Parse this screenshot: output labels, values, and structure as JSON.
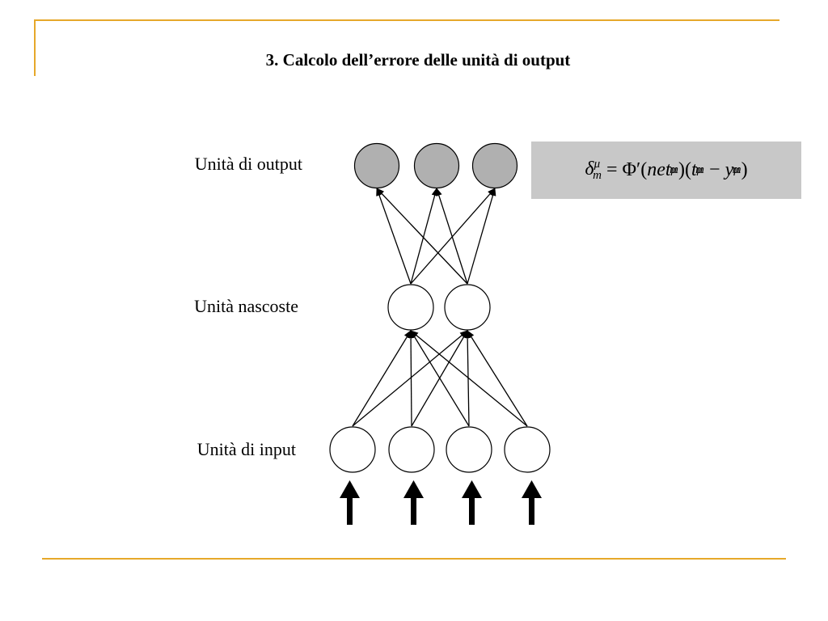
{
  "slide": {
    "title": "3. Calcolo dell’errore delle unità di output",
    "accent_color": "#E6A82A"
  },
  "layers": {
    "output": {
      "label": "Unità di output",
      "units": 3,
      "fill": "#B0B0B0"
    },
    "hidden": {
      "label": "Unità nascoste",
      "units": 2,
      "fill": "#FFFFFF"
    },
    "input": {
      "label": "Unità di input",
      "units": 4,
      "fill": "#FFFFFF"
    }
  },
  "formula": {
    "lhs_symbol": "δ",
    "lhs_sub": "m",
    "lhs_sup": "μ",
    "equals": "=",
    "phi": "Φ′",
    "net": "net",
    "net_sub": "m",
    "net_sup": "μ",
    "t": "t",
    "t_sub": "m",
    "t_sup": "μ",
    "minus": "−",
    "y": "y",
    "y_sub": "m",
    "y_sup": "μ",
    "box_color": "#C8C8C8"
  }
}
